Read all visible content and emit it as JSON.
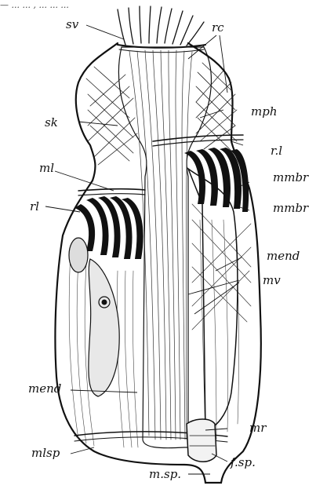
{
  "caption": "— ... ...  , ... ... ...",
  "labels": {
    "sv": "sv",
    "rc": "rc",
    "mph": "mph",
    "sk": "sk",
    "rl_right": "r.l",
    "ml": "ml",
    "mmbr_1": "mmbr",
    "mmbr_2": "mmbr",
    "rl_left": "rl",
    "mend_right": "mend",
    "mv": "mv",
    "mend_left": "mend",
    "mr": "mr",
    "mlsp": "mlsp",
    "fsp": "f.sp.",
    "msp": "m.sp."
  }
}
